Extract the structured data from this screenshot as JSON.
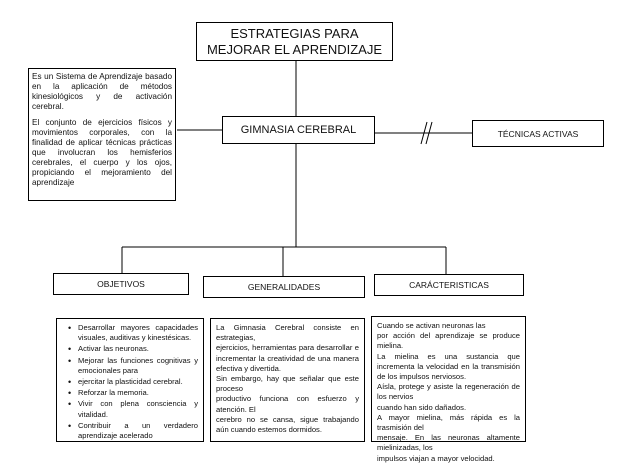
{
  "title": {
    "line1": "ESTRATEGIAS PARA",
    "line2": "MEJORAR EL APRENDIZAJE"
  },
  "left_note": {
    "p1": "Es un Sistema de Aprendizaje basado en la aplicación de métodos kinesiológicos y de activación cerebral.",
    "p2": "El conjunto de ejercicios físicos y movimientos corporales, con la finalidad de aplicar técnicas prácticas que involucran los hemisferios cerebrales, el cuerpo y los ojos, propiciando el mejoramiento del aprendizaje"
  },
  "center_node": "GIMNASIA CEREBRAL",
  "right_node": "TÉCNICAS ACTIVAS",
  "branches": {
    "objetivos": "OBJETIVOS",
    "generalidades": "GENERALIDADES",
    "caracteristicas": "CARÁCTERISTICAS"
  },
  "objetivos_items": [
    "Desarrollar mayores capacidades visuales, auditivas y kinestésicas.",
    "Activar las neuronas.",
    "Mejorar las funciones cognitivas y emocionales para",
    "ejercitar la plasticidad cerebral.",
    "Reforzar la memoria.",
    "Vivir con plena consciencia y vitalidad.",
    "Contribuir a un verdadero aprendizaje acelerado"
  ],
  "generalidades_lines": [
    "La Gimnasia Cerebral consiste en estrategias,",
    "ejercicios, herramientas para desarrollar e incrementar la creatividad de una manera efectiva y divertida.",
    "Sin embargo, hay que señalar que este proceso",
    "productivo funciona con esfuerzo y atención. El",
    "cerebro no se cansa, sigue trabajando aún cuando estemos dormidos."
  ],
  "caracteristicas_lines": [
    "Cuando se activan neuronas las",
    "por acción del aprendizaje se produce mielina.",
    "La mielina es una sustancia que incrementa la velocidad en la transmisión de los impulsos nerviosos.",
    "Aísla, protege y asiste la regeneración de los nervios",
    "cuando han sido dañados.",
    "A mayor mielina, más rápida es la trasmisión del",
    "mensaje. En las neuronas altamente mielinizadas, los",
    "impulsos viajan a mayor velocidad."
  ]
}
